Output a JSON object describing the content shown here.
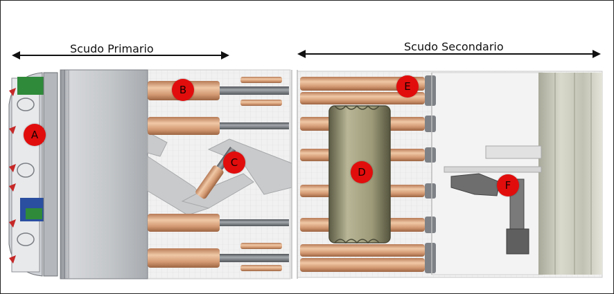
{
  "labels": {
    "primary_shield": "Scudo Primario",
    "secondary_shield": "Scudo Secondario"
  },
  "markers": [
    {
      "id": "A",
      "label": "A"
    },
    {
      "id": "B",
      "label": "B"
    },
    {
      "id": "C",
      "label": "C"
    },
    {
      "id": "D",
      "label": "D"
    },
    {
      "id": "E",
      "label": "E"
    },
    {
      "id": "F",
      "label": "F"
    }
  ],
  "colors": {
    "marker": "#e10d0d",
    "cylinder": "#d9a07a",
    "rod": "#6f747a",
    "gripper": "#8a8a6a",
    "shield_drum": "#bfc2c6",
    "cutterhead_green": "#2f8a3a",
    "cutterhead_blue": "#2a4fa0"
  }
}
